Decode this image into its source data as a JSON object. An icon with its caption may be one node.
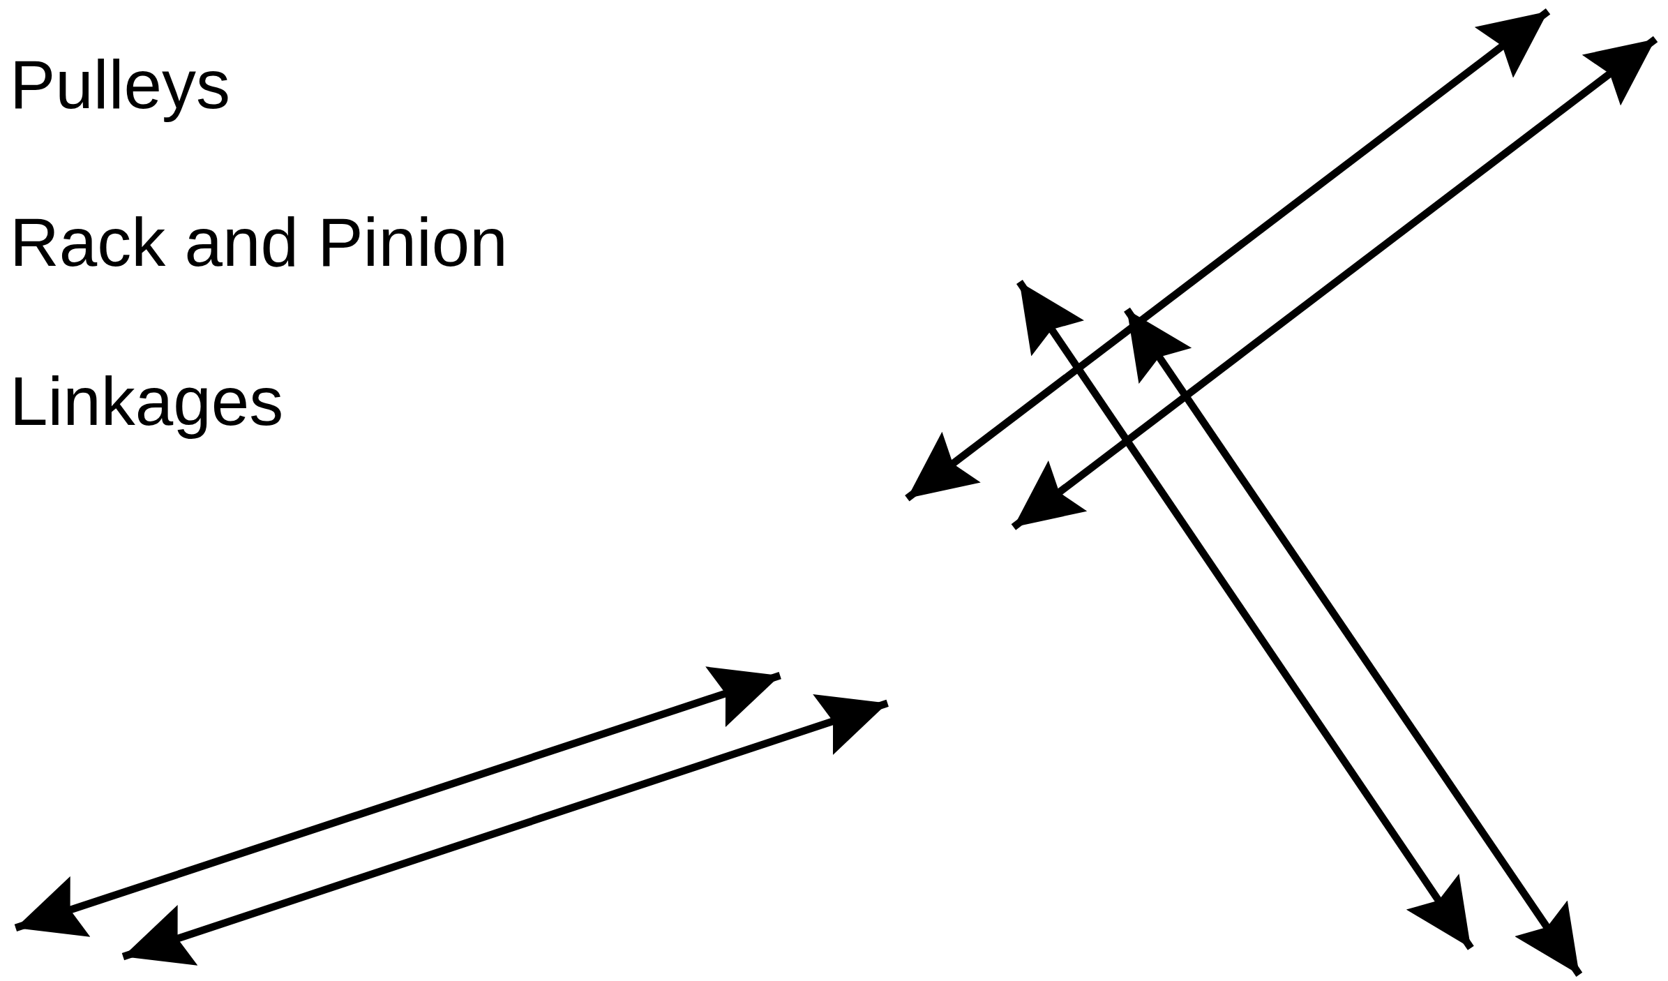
{
  "diagram": {
    "labels": [
      "Pulleys",
      "Rack and Pinion",
      "Linkages"
    ]
  }
}
